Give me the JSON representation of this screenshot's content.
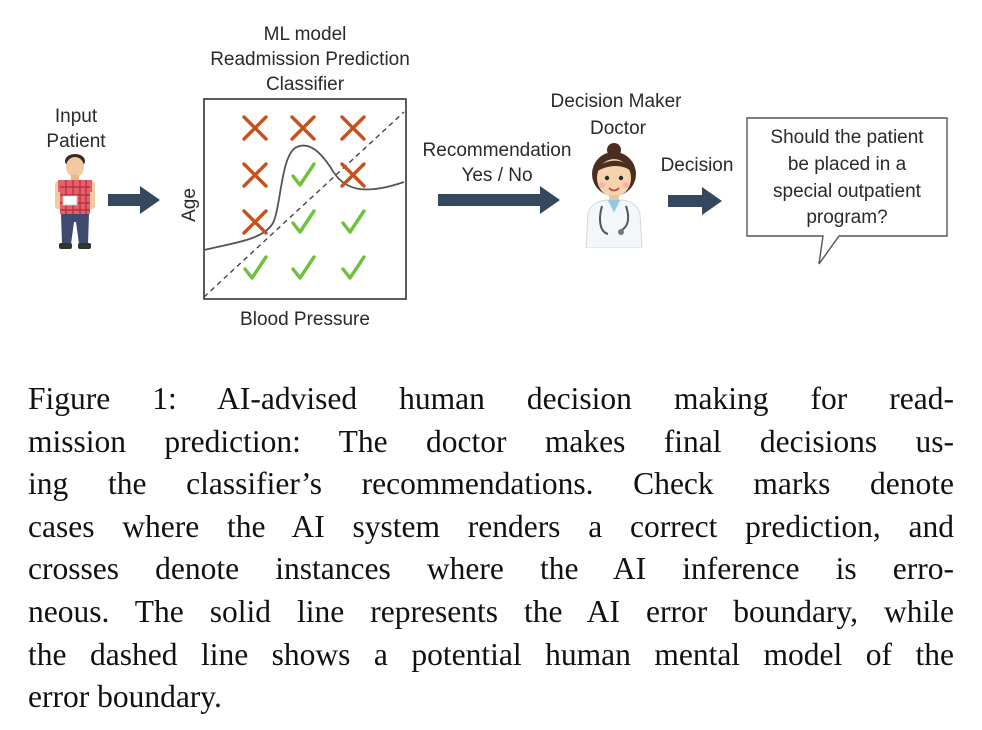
{
  "diagram": {
    "input": {
      "line1": "Input",
      "line2": "Patient"
    },
    "model": {
      "line1": "ML model",
      "line2": "Readmission Prediction",
      "line3": "Classifier"
    },
    "axes": {
      "y": "Age",
      "x": "Blood Pressure"
    },
    "recommendation": {
      "line1": "Recommendation",
      "line2": "Yes / No"
    },
    "decision_maker": {
      "line1": "Decision Maker",
      "line2": "Doctor"
    },
    "decision": "Decision",
    "question": {
      "line1": "Should the patient",
      "line2": "be placed in a",
      "line3": "special outpatient",
      "line4": "program?"
    },
    "colors": {
      "cross": "#c8501b",
      "check": "#6fc13a",
      "arrow": "#34495e",
      "line": "#444444"
    },
    "marks": [
      {
        "type": "cross",
        "row": 0,
        "col": 0
      },
      {
        "type": "cross",
        "row": 0,
        "col": 1
      },
      {
        "type": "cross",
        "row": 0,
        "col": 2
      },
      {
        "type": "cross",
        "row": 1,
        "col": 0
      },
      {
        "type": "check",
        "row": 1,
        "col": 1
      },
      {
        "type": "cross",
        "row": 1,
        "col": 2
      },
      {
        "type": "cross",
        "row": 2,
        "col": 0
      },
      {
        "type": "check",
        "row": 2,
        "col": 1
      },
      {
        "type": "check",
        "row": 2,
        "col": 2
      },
      {
        "type": "check",
        "row": 3,
        "col": 0
      },
      {
        "type": "check",
        "row": 3,
        "col": 1
      },
      {
        "type": "check",
        "row": 3,
        "col": 2
      }
    ]
  },
  "caption": {
    "lines": [
      "Figure 1: AI-advised human decision making for read-",
      "mission prediction: The doctor makes final decisions us-",
      "ing the classifier’s recommendations. Check marks denote",
      "cases where the AI system renders a correct prediction, and",
      "crosses denote instances where the AI inference is erro-",
      "neous. The solid line represents the AI error boundary, while",
      "the dashed line shows a potential human mental model of the",
      "error boundary."
    ]
  }
}
